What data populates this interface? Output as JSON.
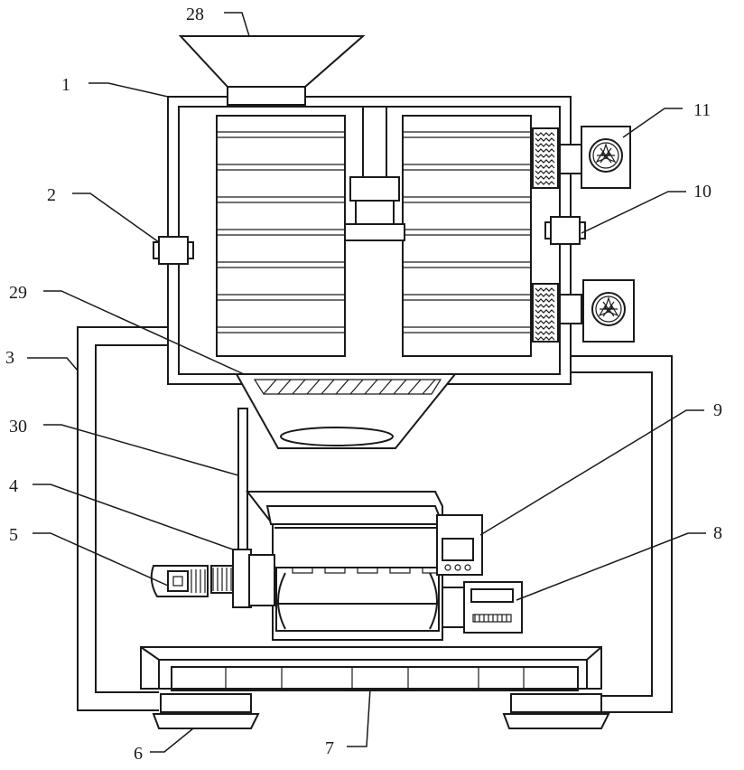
{
  "labels": {
    "l1": "1",
    "l2": "2",
    "l3": "3",
    "l4": "4",
    "l5": "5",
    "l6": "6",
    "l7": "7",
    "l8": "8",
    "l9": "9",
    "l10": "10",
    "l11": "11",
    "l28": "28",
    "l29": "29",
    "l30": "30"
  }
}
